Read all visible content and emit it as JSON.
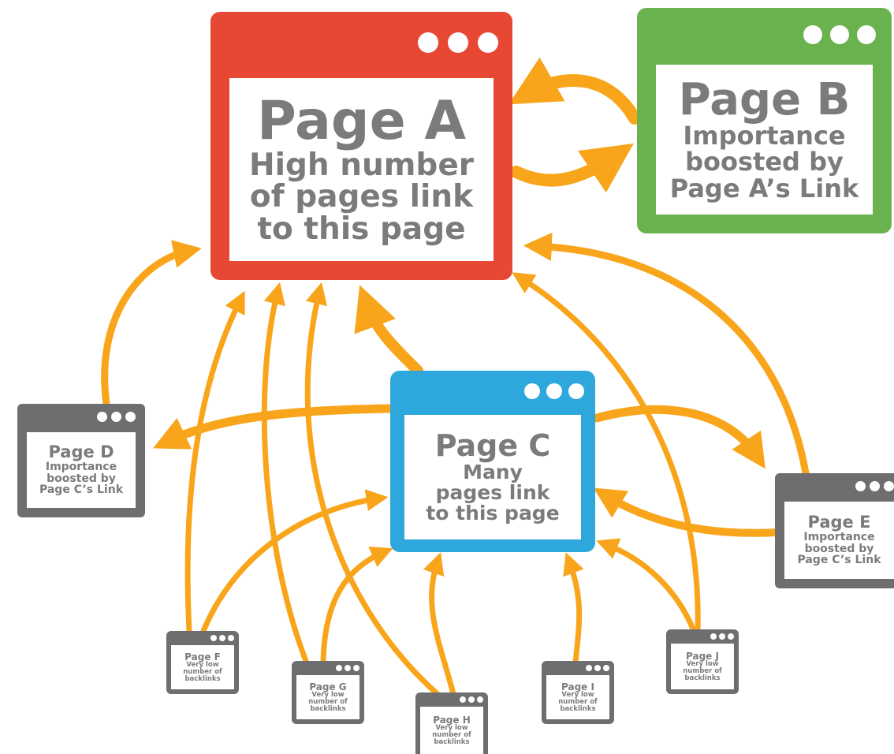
{
  "colors": {
    "arrow": "#F9A51B",
    "page_a": "#E64834",
    "page_b": "#69B24E",
    "page_c": "#2EA8DC",
    "minor": "#6E6E71",
    "text": "#7B7B7D"
  },
  "pages": {
    "a": {
      "title": "Page A",
      "desc": "High number\nof pages link\nto this page"
    },
    "b": {
      "title": "Page B",
      "desc": "Importance\nboosted by\nPage A’s Link"
    },
    "c": {
      "title": "Page C",
      "desc": "Many\npages link\nto this page"
    },
    "d": {
      "title": "Page D",
      "desc": "Importance\nboosted by\nPage C’s Link"
    },
    "e": {
      "title": "Page E",
      "desc": "Importance\nboosted by\nPage C’s Link"
    },
    "f": {
      "title": "Page F",
      "desc": "Very low\nnumber of\nbacklinks"
    },
    "g": {
      "title": "Page G",
      "desc": "Very low\nnumber of\nbacklinks"
    },
    "h": {
      "title": "Page H",
      "desc": "Very low\nnumber of\nbacklinks"
    },
    "i": {
      "title": "Page I",
      "desc": "Very low\nnumber of\nbacklinks"
    },
    "j": {
      "title": "Page J",
      "desc": "Very low\nnumber of\nbacklinks"
    }
  },
  "links": [
    {
      "from": "b",
      "to": "a"
    },
    {
      "from": "a",
      "to": "b"
    },
    {
      "from": "c",
      "to": "a"
    },
    {
      "from": "c",
      "to": "d"
    },
    {
      "from": "c",
      "to": "e"
    },
    {
      "from": "d",
      "to": "a"
    },
    {
      "from": "e",
      "to": "a"
    },
    {
      "from": "e",
      "to": "c"
    },
    {
      "from": "f",
      "to": "a"
    },
    {
      "from": "f",
      "to": "c"
    },
    {
      "from": "g",
      "to": "a"
    },
    {
      "from": "g",
      "to": "c"
    },
    {
      "from": "h",
      "to": "a"
    },
    {
      "from": "h",
      "to": "c"
    },
    {
      "from": "i",
      "to": "c"
    },
    {
      "from": "j",
      "to": "a"
    },
    {
      "from": "j",
      "to": "c"
    }
  ]
}
